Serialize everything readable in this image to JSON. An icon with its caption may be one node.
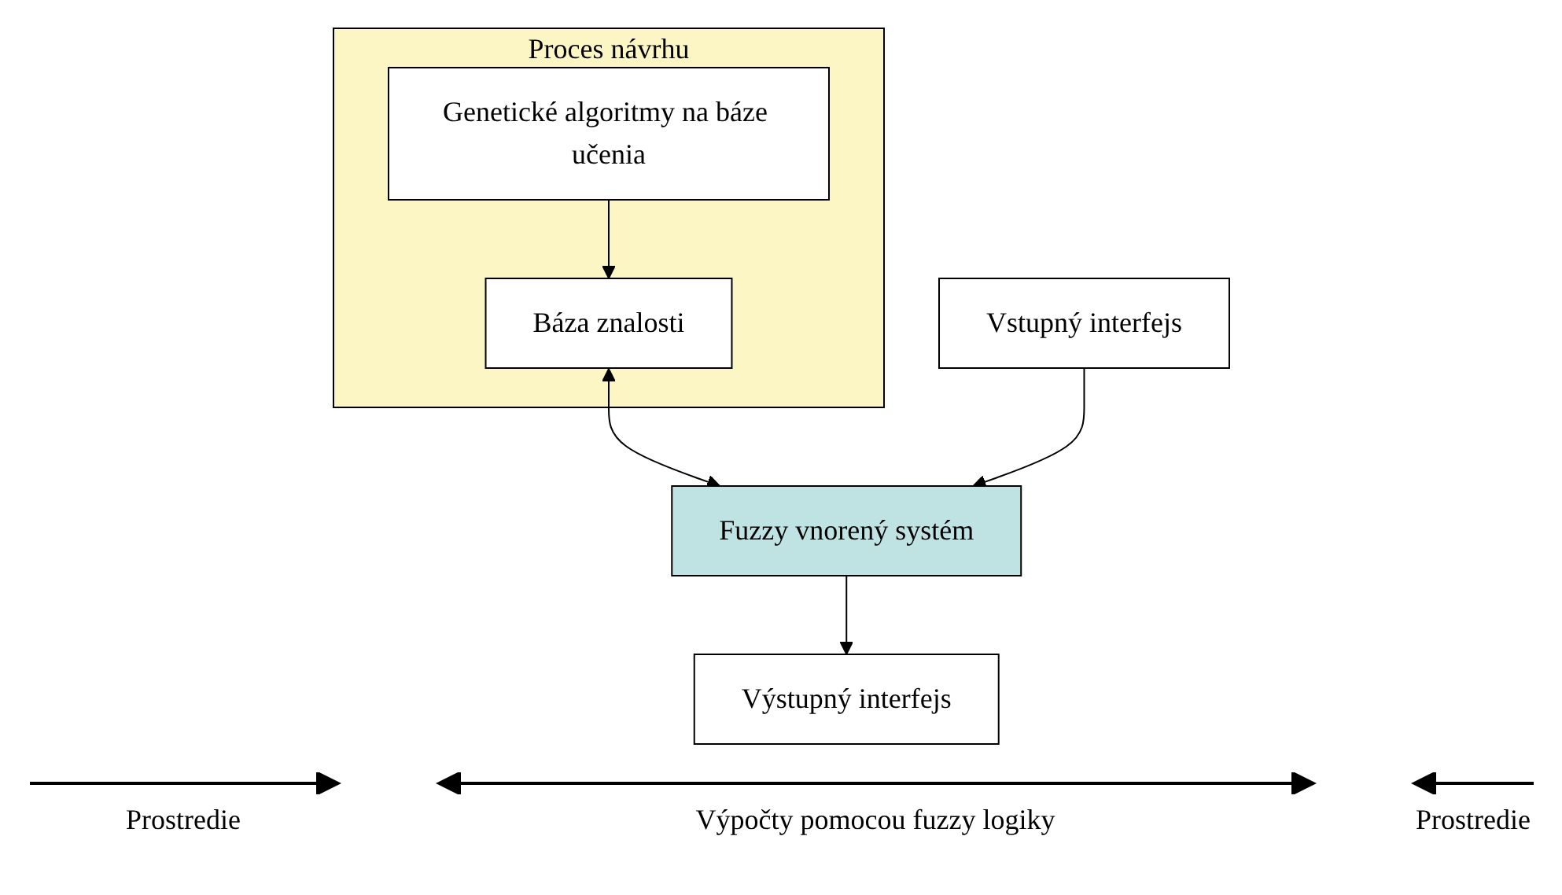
{
  "diagram": {
    "nodes": [
      {
        "text": [
          "Proces návrhu"
        ]
      },
      {
        "text": [
          "Genetické algoritmy na báze učenia"
        ],
        "in": 0
      },
      {
        "text": [
          "Báza znalosti"
        ],
        "in": 0
      },
      {
        "text": [
          "Vstupný interfejs"
        ]
      },
      {
        "text": [
          "Fuzzy vnorený systém"
        ]
      },
      {
        "text": [
          "Výstupný interfejs"
        ]
      }
    ],
    "edges": [
      {
        "from": 1,
        "to": 2,
        "arrow": "to"
      },
      {
        "from": 2,
        "to": 4,
        "arrow": "both"
      },
      {
        "from": 3,
        "to": 4,
        "arrow": "to"
      },
      {
        "from": 4,
        "to": 5,
        "arrow": "to"
      }
    ],
    "labels": [
      "Prostredie",
      "Výpočty pomocou fuzzy logiky",
      "Prostredie"
    ]
  }
}
